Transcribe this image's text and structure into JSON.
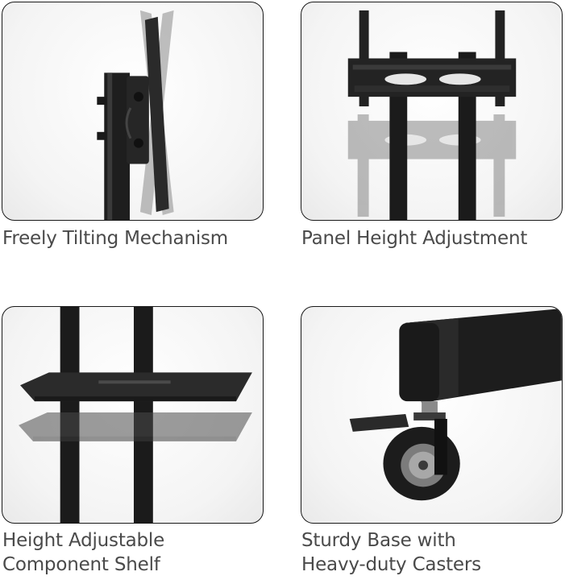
{
  "features": [
    {
      "id": "tilt",
      "caption_lines": [
        "Freely Tilting Mechanism"
      ]
    },
    {
      "id": "height",
      "caption_lines": [
        "Panel Height Adjustment"
      ]
    },
    {
      "id": "shelf",
      "caption_lines": [
        "Height Adjustable",
        "Component Shelf"
      ]
    },
    {
      "id": "base",
      "caption_lines": [
        "Sturdy Base with",
        "Heavy-duty Casters"
      ]
    }
  ]
}
